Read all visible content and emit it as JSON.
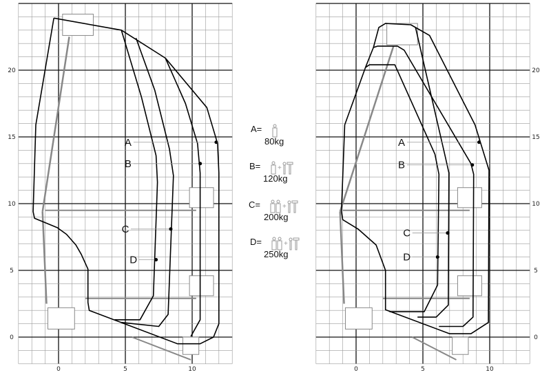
{
  "title": "Working range diagrams",
  "chart_data": [
    {
      "type": "diagram",
      "name": "left-working-range",
      "xlim": [
        -3,
        13
      ],
      "ylim": [
        -2,
        25
      ],
      "x_ticks": [
        "0",
        "5",
        "10"
      ],
      "x_tick_values": [
        0,
        5,
        10
      ],
      "y_ticks": [
        "0",
        "5",
        "10",
        "15",
        "20"
      ],
      "y_tick_values": [
        0,
        5,
        10,
        15,
        20
      ],
      "y_axis_side": "left",
      "outer": [
        [
          -0.35,
          23.9
        ],
        [
          4.7,
          23.0
        ],
        [
          8.0,
          20.9
        ],
        [
          11.1,
          17.2
        ],
        [
          11.9,
          14.5
        ],
        [
          12.0,
          12.3
        ],
        [
          12.0,
          1.0
        ],
        [
          11.6,
          0.0
        ],
        [
          10.6,
          -0.5
        ],
        [
          8.9,
          -0.5
        ],
        [
          2.3,
          2.0
        ],
        [
          2.2,
          2.6
        ],
        [
          2.2,
          5.1
        ],
        [
          1.7,
          6.2
        ],
        [
          1.3,
          6.9
        ],
        [
          0.6,
          7.7
        ],
        [
          -0.1,
          8.2
        ],
        [
          -1.8,
          8.9
        ],
        [
          -1.9,
          9.4
        ],
        [
          -1.7,
          15.9
        ],
        [
          -0.35,
          23.9
        ]
      ],
      "curves": [
        {
          "name": "B",
          "points": [
            [
              8.0,
              20.9
            ],
            [
              9.5,
              17.5
            ],
            [
              10.4,
              14.5
            ],
            [
              10.6,
              12.3
            ],
            [
              10.6,
              1.3
            ],
            [
              9.9,
              0.05
            ]
          ]
        },
        {
          "name": "C",
          "points": [
            [
              5.8,
              22.4
            ],
            [
              7.2,
              18.5
            ],
            [
              8.3,
              14.1
            ],
            [
              8.6,
              12.1
            ],
            [
              8.2,
              1.7
            ],
            [
              7.5,
              0.8
            ],
            [
              4.7,
              1.1
            ]
          ]
        },
        {
          "name": "D",
          "points": [
            [
              4.7,
              23.0
            ],
            [
              6.2,
              18.0
            ],
            [
              7.3,
              13.6
            ],
            [
              7.4,
              11.6
            ],
            [
              7.1,
              3.1
            ],
            [
              6.1,
              1.3
            ],
            [
              4.2,
              1.3
            ]
          ]
        }
      ],
      "markers": [
        {
          "label": "A",
          "x": 11.8,
          "y": 14.6,
          "label_x": 5.2
        },
        {
          "label": "B",
          "x": 10.6,
          "y": 13.0,
          "label_x": 5.2
        },
        {
          "label": "C",
          "x": 8.4,
          "y": 8.1,
          "label_x": 5.0
        },
        {
          "label": "D",
          "x": 7.3,
          "y": 5.8,
          "label_x": 5.6
        }
      ]
    },
    {
      "type": "diagram",
      "name": "right-working-range",
      "xlim": [
        -3,
        13
      ],
      "ylim": [
        -2,
        25
      ],
      "x_ticks": [
        "0",
        "5",
        "10"
      ],
      "x_tick_values": [
        0,
        5,
        10
      ],
      "y_ticks": [
        "0",
        "5",
        "10",
        "15",
        "20"
      ],
      "y_tick_values": [
        0,
        5,
        10,
        15,
        20
      ],
      "y_axis_side": "right",
      "outer": [
        [
          -0.85,
          15.9
        ],
        [
          0.7,
          20.2
        ],
        [
          1.3,
          21.7
        ],
        [
          1.7,
          23.2
        ],
        [
          2.2,
          23.5
        ],
        [
          4.1,
          23.4
        ],
        [
          5.5,
          22.6
        ],
        [
          8.9,
          15.9
        ],
        [
          9.95,
          12.5
        ],
        [
          9.9,
          1.1
        ],
        [
          8.6,
          0.25
        ],
        [
          7.0,
          0.25
        ],
        [
          2.2,
          2.05
        ],
        [
          2.2,
          5.0
        ],
        [
          1.5,
          6.9
        ],
        [
          0.15,
          8.1
        ],
        [
          -1.0,
          8.8
        ],
        [
          -1.1,
          9.4
        ],
        [
          -0.85,
          15.9
        ]
      ],
      "curves": [
        {
          "name": "B",
          "points": [
            [
              1.3,
              21.7
            ],
            [
              1.6,
              21.8
            ],
            [
              3.1,
              21.8
            ],
            [
              3.6,
              21.5
            ],
            [
              8.6,
              13.0
            ],
            [
              8.8,
              12.2
            ],
            [
              8.75,
              1.5
            ],
            [
              8.0,
              0.8
            ],
            [
              6.2,
              0.8
            ]
          ]
        },
        {
          "name": "C",
          "points": [
            [
              4.45,
              23.2
            ],
            [
              6.7,
              13.4
            ],
            [
              6.95,
              12.3
            ],
            [
              6.9,
              2.4
            ],
            [
              6.0,
              1.5
            ],
            [
              4.6,
              1.5
            ]
          ]
        },
        {
          "name": "D",
          "points": [
            [
              0.7,
              20.2
            ],
            [
              1.0,
              20.4
            ],
            [
              2.9,
              20.4
            ],
            [
              5.9,
              13.7
            ],
            [
              6.2,
              12.2
            ],
            [
              6.1,
              3.9
            ],
            [
              5.1,
              1.9
            ],
            [
              2.5,
              1.9
            ]
          ]
        }
      ],
      "markers": [
        {
          "label": "A",
          "x": 9.2,
          "y": 14.6,
          "label_x": 3.4
        },
        {
          "label": "B",
          "x": 8.7,
          "y": 12.9,
          "label_x": 3.4
        },
        {
          "label": "C",
          "x": 6.85,
          "y": 7.8,
          "label_x": 3.8
        },
        {
          "label": "D",
          "x": 6.1,
          "y": 6.0,
          "label_x": 3.8
        }
      ]
    }
  ],
  "legend": [
    {
      "key": "A=",
      "weight": "80kg",
      "persons": 1,
      "tools": 0
    },
    {
      "key": "B=",
      "weight": "120kg",
      "persons": 1,
      "tools": 2
    },
    {
      "key": "C=",
      "weight": "200kg",
      "persons": 2,
      "tools": 2
    },
    {
      "key": "D=",
      "weight": "250kg",
      "persons": 2,
      "tools": 2
    }
  ],
  "colors": {
    "grid_minor": "#9a9a9a",
    "grid_major": "#111111",
    "envelope": "#000000",
    "boom": "#888888",
    "legend_icon": "#9a9a9a"
  }
}
